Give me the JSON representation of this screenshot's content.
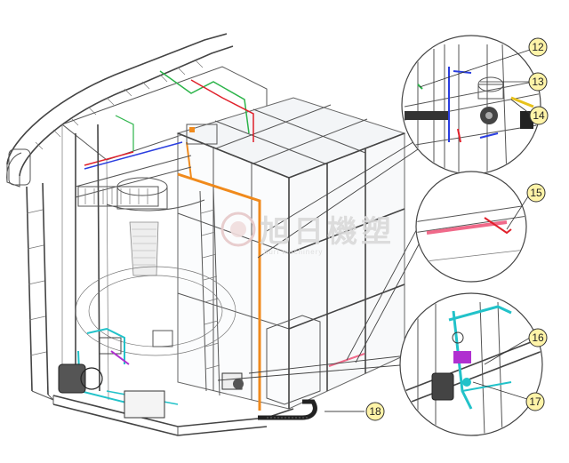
{
  "callouts": [
    {
      "num": "12"
    },
    {
      "num": "13"
    },
    {
      "num": "14"
    },
    {
      "num": "15"
    },
    {
      "num": "16"
    },
    {
      "num": "17"
    },
    {
      "num": "18"
    }
  ],
  "watermark": {
    "text": "旭日機塑",
    "subtext": "Xuri machinery"
  },
  "colors": {
    "orange_pipe": "#f08a1c",
    "red_pipe": "#e0202a",
    "blue_pipe": "#2a3ee0",
    "cyan_frame": "#22c2c9",
    "purple_motor": "#b030d0",
    "green_pipe": "#2cb44a",
    "pink_strip": "#f06a8a",
    "callout_fill": "#fff4a8"
  }
}
